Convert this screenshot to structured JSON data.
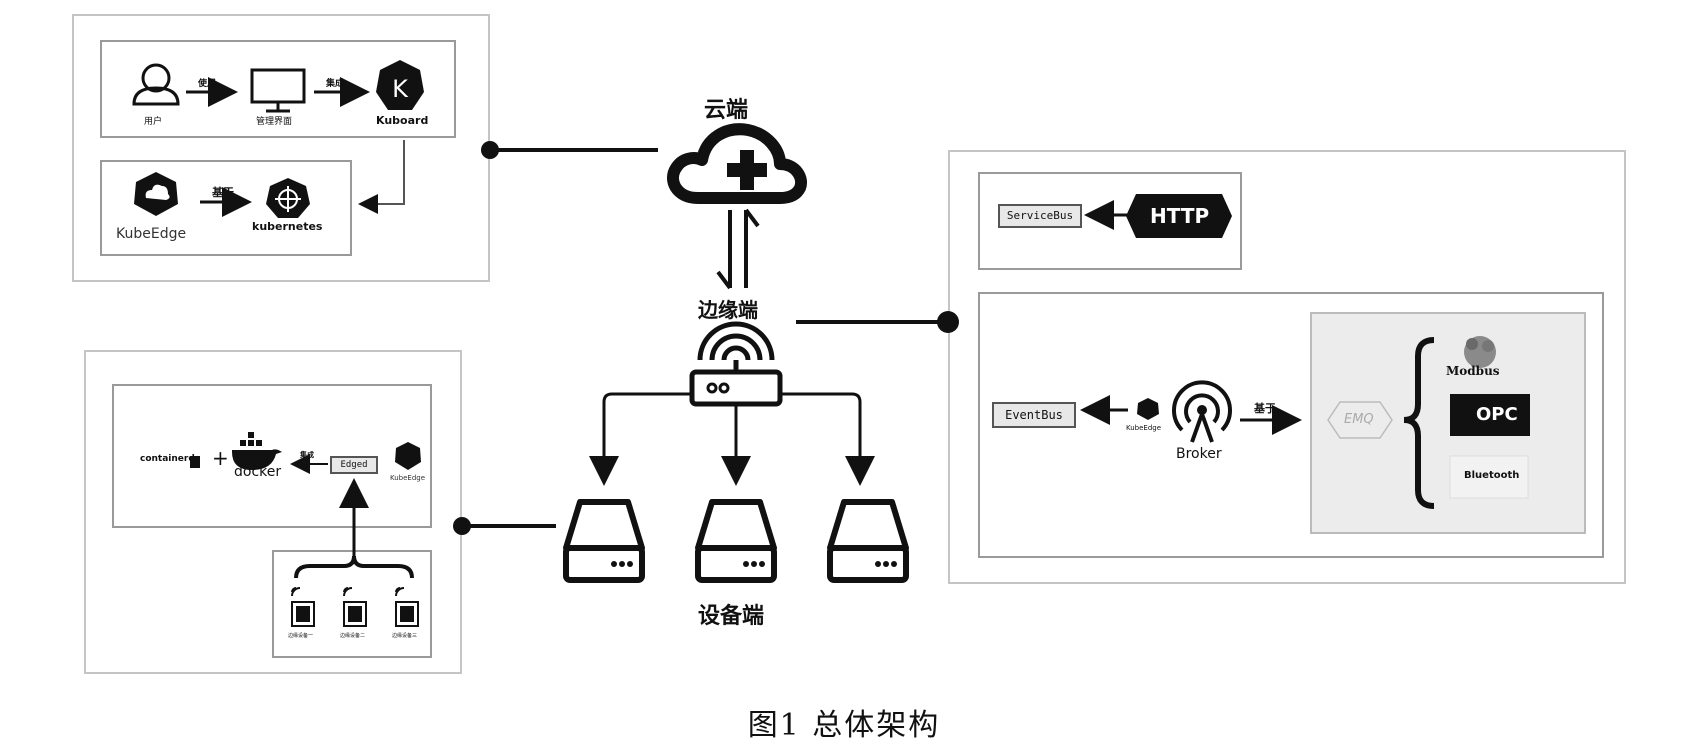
{
  "cloud": {
    "title": "云端",
    "user_label": "用户",
    "use_label": "使用",
    "screen_label": "管理界面",
    "integrate_label": "集成",
    "kuboard_label": "Kuboard",
    "kubeedge_label": "KubeEdge",
    "based_on_label": "基于",
    "kubernetes_label": "kubernetes"
  },
  "edge": {
    "title": "边缘端",
    "servicebus_label": "ServiceBus",
    "http_label": "HTTP",
    "eventbus_label": "EventBus",
    "kubeedge_small_label": "KubeEdge",
    "broker_label": "Broker",
    "based_on_label": "基于",
    "emq_label": "EMQ",
    "modbus_label": "Modbus",
    "opc_label": "OPC",
    "bluetooth_label": "Bluetooth"
  },
  "device": {
    "title": "设备端",
    "containerd_label": "containerd",
    "plus_label": "+",
    "docker_label": "docker",
    "integrate_label": "集成",
    "edged_label": "Edged",
    "kubeedge_label": "KubeEdge",
    "dev1_label": "边缘设备一",
    "dev2_label": "边缘设备二",
    "dev3_label": "边缘设备三"
  },
  "caption": "图1  总体架构"
}
